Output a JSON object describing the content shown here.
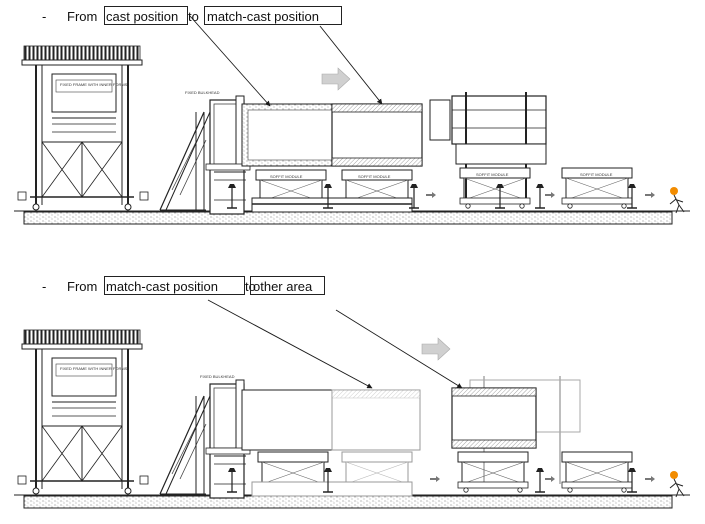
{
  "captions": [
    {
      "dash": "-",
      "prefix": "From ",
      "term_a": "cast position",
      "connector": " to ",
      "term_b": "match-cast position"
    },
    {
      "dash": "-",
      "prefix": "From ",
      "term_a": "match-cast position",
      "connector": " to ",
      "term_b": "other area"
    }
  ],
  "labels": {
    "bulkhead": "FIXED BULKHEAD",
    "frame_sign": "FIXED FRAME WITH INNER FORMS",
    "soffit": "SOFFIT MODULE"
  },
  "colors": {
    "line": "#1a1a1a",
    "faint": "#9a9a9a",
    "worker": "#f28c00",
    "arrow": "#c8c8c8"
  }
}
